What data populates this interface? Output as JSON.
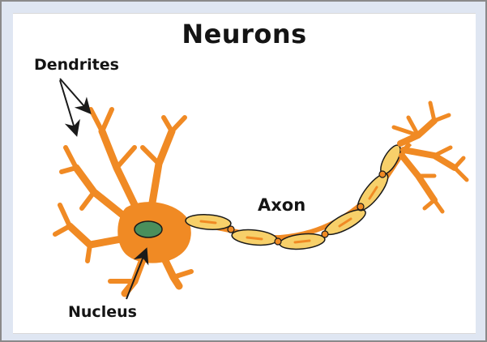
{
  "diagram": {
    "title": "Neurons",
    "labels": {
      "dendrites": "Dendrites",
      "axon": "Axon",
      "nucleus": "Nucleus"
    }
  },
  "colors": {
    "background": "#dfe6f2",
    "card": "#ffffff",
    "neuron_body": "#f08a24",
    "neuron_outline": "#1a1a1a",
    "nucleus": "#4a8f5c",
    "myelin": "#f7d06a",
    "myelin_mark": "#f08a24"
  }
}
